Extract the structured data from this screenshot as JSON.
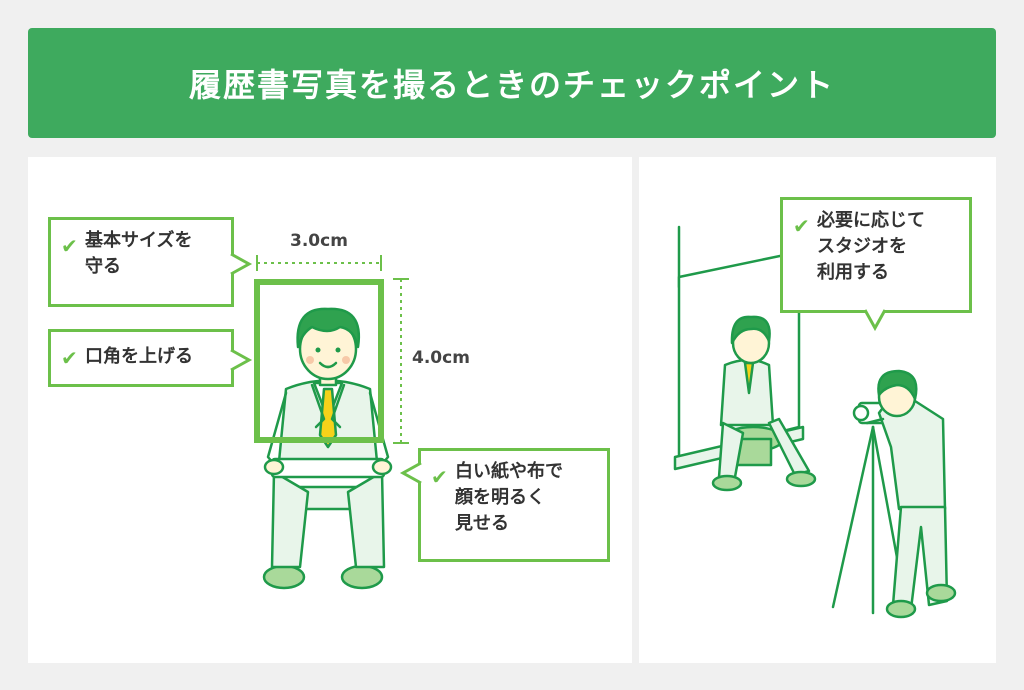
{
  "header": {
    "title": "履歴書写真を撮るときのチェックポイント"
  },
  "left_panel": {
    "dimensions": {
      "width_label": "3.0cm",
      "height_label": "4.0cm"
    },
    "callouts": [
      {
        "text": "基本サイズを\n守る"
      },
      {
        "text": "口角を上げる"
      },
      {
        "text": "白い紙や布で\n顔を明るく\n見せる"
      }
    ]
  },
  "right_panel": {
    "callouts": [
      {
        "text": "必要に応じて\nスタジオを\n利用する"
      }
    ]
  },
  "colors": {
    "banner": "#3eaa5e",
    "accent_green": "#6cc04a",
    "line_green": "#1f9a4a",
    "tie_yellow": "#f5d21a",
    "panel_bg": "#ffffff",
    "page_bg": "#f0f0f0"
  },
  "icons": [
    "check-icon"
  ]
}
